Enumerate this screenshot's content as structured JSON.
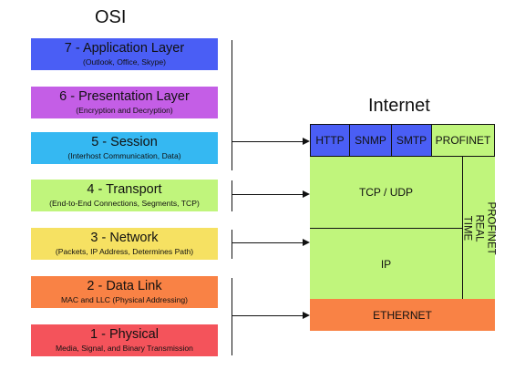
{
  "osi": {
    "title": "OSI",
    "layers": [
      {
        "name": "7 - Application Layer",
        "desc": "(Outlook, Office, Skype)",
        "color": "#4a5ef5"
      },
      {
        "name": "6 - Presentation Layer",
        "desc": "(Encryption and Decryption)",
        "color": "#c45ee6"
      },
      {
        "name": "5 - Session",
        "desc": "(Interhost Communication, Data)",
        "color": "#35b8f2"
      },
      {
        "name": "4 - Transport",
        "desc": "(End-to-End Connections, Segments, TCP)",
        "color": "#c0f57c"
      },
      {
        "name": "3 - Network",
        "desc": "(Packets, IP Address, Determines Path)",
        "color": "#f6e162"
      },
      {
        "name": "2 - Data Link",
        "desc": "MAC and LLC (Physical Addressing)",
        "color": "#f98245"
      },
      {
        "name": "1 - Physical",
        "desc": "Media, Signal, and Binary Transmission",
        "color": "#f4535b"
      }
    ]
  },
  "internet": {
    "title": "Internet",
    "http": "HTTP",
    "snmp": "SNMP",
    "smtp": "SMTP",
    "profinet": "PROFINET",
    "tcp_udp": "TCP / UDP",
    "ip": "IP",
    "profinet_rt": "PROFINET REAL TIME",
    "ethernet": "ETHERNET",
    "colors": {
      "app": "#4a5ef5",
      "green": "#c0f57c",
      "ethernet": "#f98245"
    }
  }
}
